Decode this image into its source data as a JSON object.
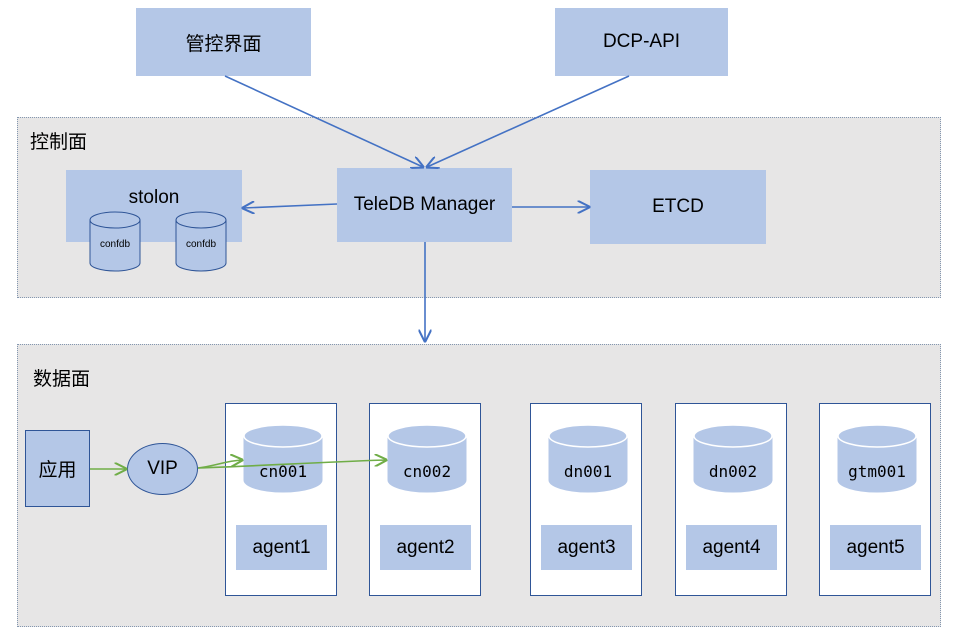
{
  "top": {
    "console_label": "管控界面",
    "api_label": "DCP-API"
  },
  "control_plane": {
    "title": "控制面",
    "stolon": {
      "label": "stolon",
      "confdb": [
        "confdb",
        "confdb"
      ]
    },
    "manager_label": "TeleDB Manager",
    "etcd_label": "ETCD"
  },
  "data_plane": {
    "title": "数据面",
    "app_label": "应用",
    "vip_label": "VIP",
    "nodes": [
      {
        "db": "cn001",
        "agent": "agent1"
      },
      {
        "db": "cn002",
        "agent": "agent2"
      },
      {
        "db": "dn001",
        "agent": "agent3"
      },
      {
        "db": "dn002",
        "agent": "agent4"
      },
      {
        "db": "gtm001",
        "agent": "agent5"
      }
    ]
  },
  "colors": {
    "box_fill": "#b4c7e7",
    "plane_fill": "#e7e6e6",
    "blue_arrow": "#4472c4",
    "green_arrow": "#70ad47",
    "node_border": "#2f5597"
  }
}
